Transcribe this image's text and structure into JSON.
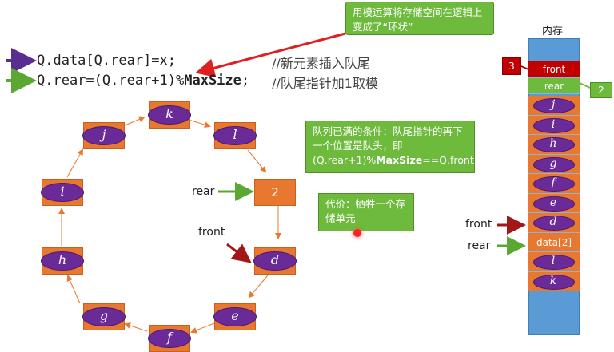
{
  "code": {
    "line1_text": "Q.data[Q.rear]=x;",
    "line1_comment": "//新元素插入队尾",
    "line2_prefix": "Q.rear=(Q.rear+1)%",
    "line2_bold": "MaxSize",
    "line2_suffix": ";",
    "line2_comment": "//队尾指针加1取模",
    "arrow1_color": "#5a2d91",
    "arrow2_color": "#5aa832"
  },
  "callouts": {
    "top": "用模运算将存储空间在逻辑上变成了“环状”",
    "full_condition_prefix": "队列已满的条件：队尾指针的再下一个位置是队头，即(Q.rear+1)%",
    "full_condition_bold": "MaxSize",
    "full_condition_suffix": "==Q.front",
    "cost": "代价：牺牲一个存储单元"
  },
  "ring": {
    "nodes": [
      {
        "id": "k",
        "label": "k"
      },
      {
        "id": "l",
        "label": "l"
      },
      {
        "id": "2",
        "label": "2"
      },
      {
        "id": "d",
        "label": "d"
      },
      {
        "id": "e",
        "label": "e"
      },
      {
        "id": "f",
        "label": "f"
      },
      {
        "id": "g",
        "label": "g"
      },
      {
        "id": "h",
        "label": "h"
      },
      {
        "id": "i",
        "label": "i"
      },
      {
        "id": "j",
        "label": "j"
      }
    ],
    "rear_label": "rear",
    "front_label": "front"
  },
  "memory": {
    "title": "内存",
    "front_cell": "front",
    "rear_cell": "rear",
    "front_badge": "3",
    "rear_badge": "2",
    "cells": [
      "j",
      "i",
      "h",
      "g",
      "f",
      "e",
      "d",
      "data[2]",
      "l",
      "k"
    ],
    "side_front": "front",
    "side_rear": "rear",
    "colors": {
      "front": "#c00000",
      "rear": "#6dba3c",
      "cell": "#e8782f",
      "empty": "#5b9bd5"
    }
  }
}
